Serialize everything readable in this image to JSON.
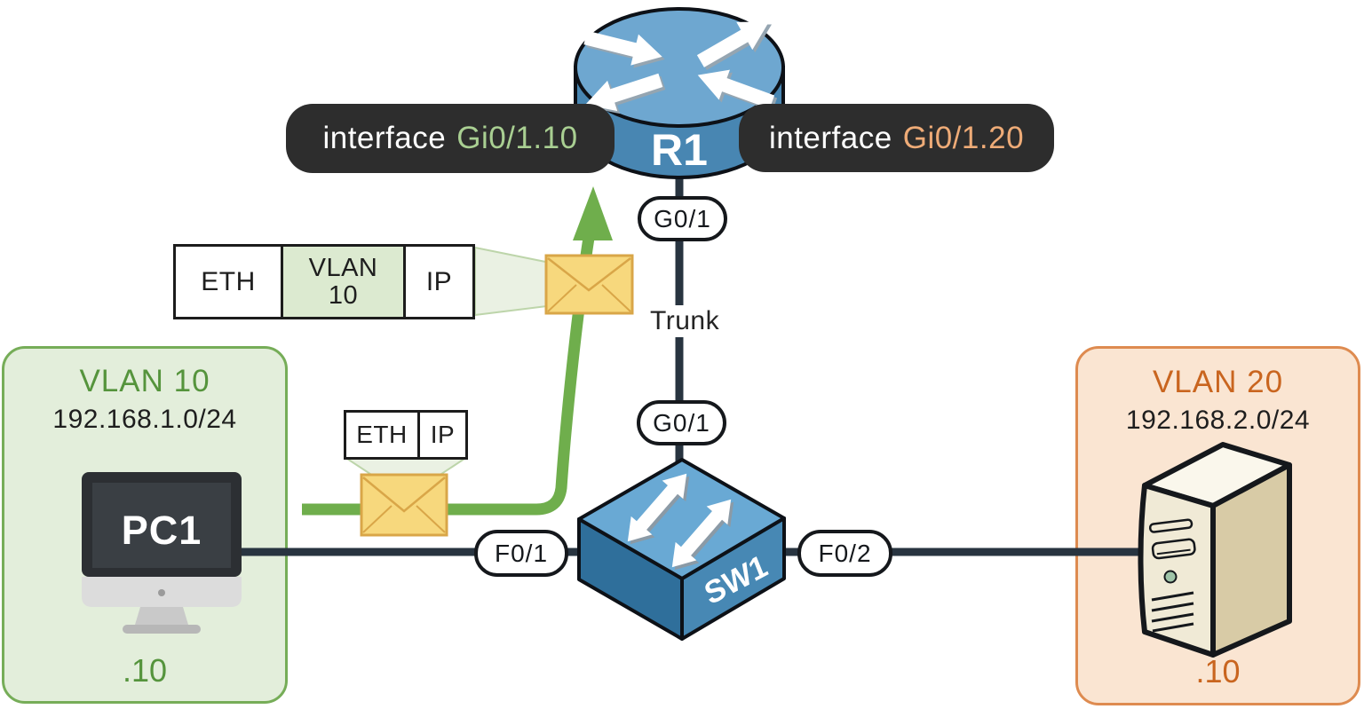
{
  "colors": {
    "background": "#ffffff",
    "pill-dark": "#2d2d2d",
    "link": "#283440",
    "green-accent": "#6fae4c",
    "green-border": "#76ad58",
    "green-fill": "#e3eedb",
    "green-text": "#55943c",
    "green-code": "#a9cf92",
    "vlan-cell": "#dcead0",
    "orange-border": "#de8b50",
    "orange-fill": "#fae5d2",
    "orange-text": "#c9651f",
    "orange-code": "#eeab77",
    "envelope-fill": "#f7d87d",
    "envelope-border": "#d9a648",
    "wedge-fill": "#e9f1e2",
    "wedge-stroke": "#bad3a6",
    "router-top": "#6ea7d0",
    "router-body": "#4886b2",
    "switch-top": "#69a9d4",
    "switch-left": "#2f6f9b",
    "switch-right": "#4788b4",
    "server-front": "#f0ead6",
    "server-side": "#d8cba6",
    "server-top": "#faf7ec",
    "pc-bezel": "#2c2f33",
    "pc-screen": "#3a3f44",
    "text-dark": "#1e1e1e"
  },
  "router": {
    "name": "R1",
    "port": "G0/1"
  },
  "switch": {
    "name": "SW1",
    "port_uplink": "G0/1",
    "port_left": "F0/1",
    "port_right": "F0/2"
  },
  "interface_labels": {
    "vlan10": {
      "prefix": "interface",
      "value": "Gi0/1.10"
    },
    "vlan20": {
      "prefix": "interface",
      "value": "Gi0/1.20"
    }
  },
  "trunk": {
    "label": "Trunk"
  },
  "vlan10_zone": {
    "title": "VLAN 10",
    "subnet": "192.168.1.0/24",
    "host_suffix": ".10",
    "device_name": "PC1"
  },
  "vlan20_zone": {
    "title": "VLAN 20",
    "subnet": "192.168.2.0/24",
    "host_suffix": ".10"
  },
  "frame_tagged": {
    "eth": "ETH",
    "vlan_line1": "VLAN",
    "vlan_line2": "10",
    "ip": "IP"
  },
  "frame_untagged": {
    "eth": "ETH",
    "ip": "IP"
  }
}
